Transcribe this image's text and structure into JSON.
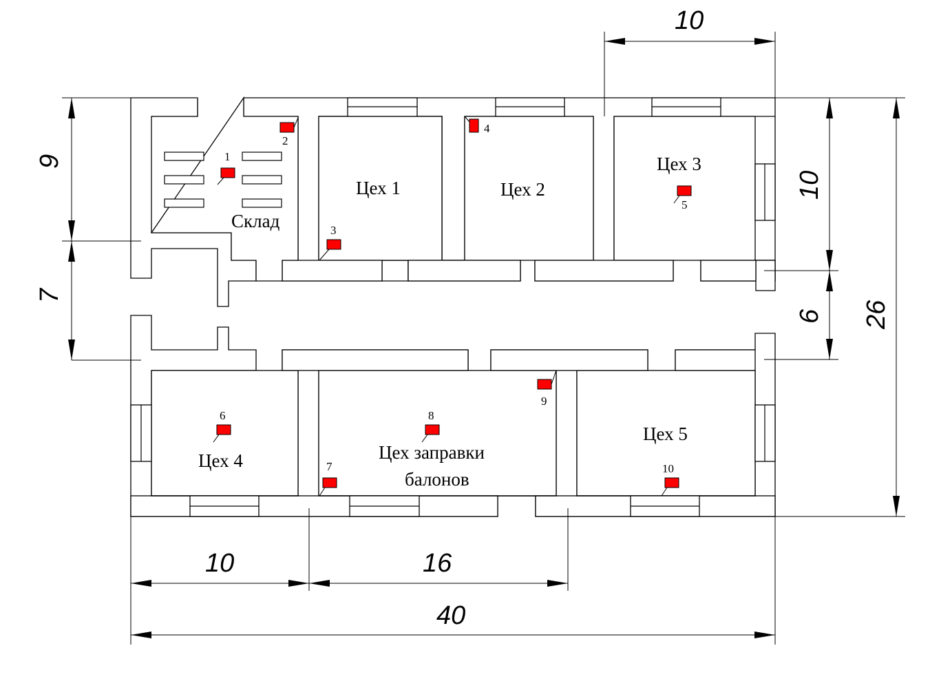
{
  "rooms": {
    "sklad": "Склад",
    "tseh1": "Цех 1",
    "tseh2": "Цех 2",
    "tseh3": "Цех 3",
    "tseh4": "Цех 4",
    "tseh5": "Цех 5",
    "refill_line1": "Цех заправки",
    "refill_line2": "балонов"
  },
  "sensors": [
    {
      "id": "1"
    },
    {
      "id": "2"
    },
    {
      "id": "3"
    },
    {
      "id": "4"
    },
    {
      "id": "5"
    },
    {
      "id": "6"
    },
    {
      "id": "7"
    },
    {
      "id": "8"
    },
    {
      "id": "9"
    },
    {
      "id": "10"
    }
  ],
  "sensor_color": "#ff0000",
  "dimensions": {
    "top_right_width": "10",
    "left_upper_height": "9",
    "left_lower_height": "7",
    "right_upper_height": "10",
    "right_corridor_height": "6",
    "total_height": "26",
    "bottom_left_width": "10",
    "bottom_middle_width": "16",
    "total_width": "40"
  }
}
